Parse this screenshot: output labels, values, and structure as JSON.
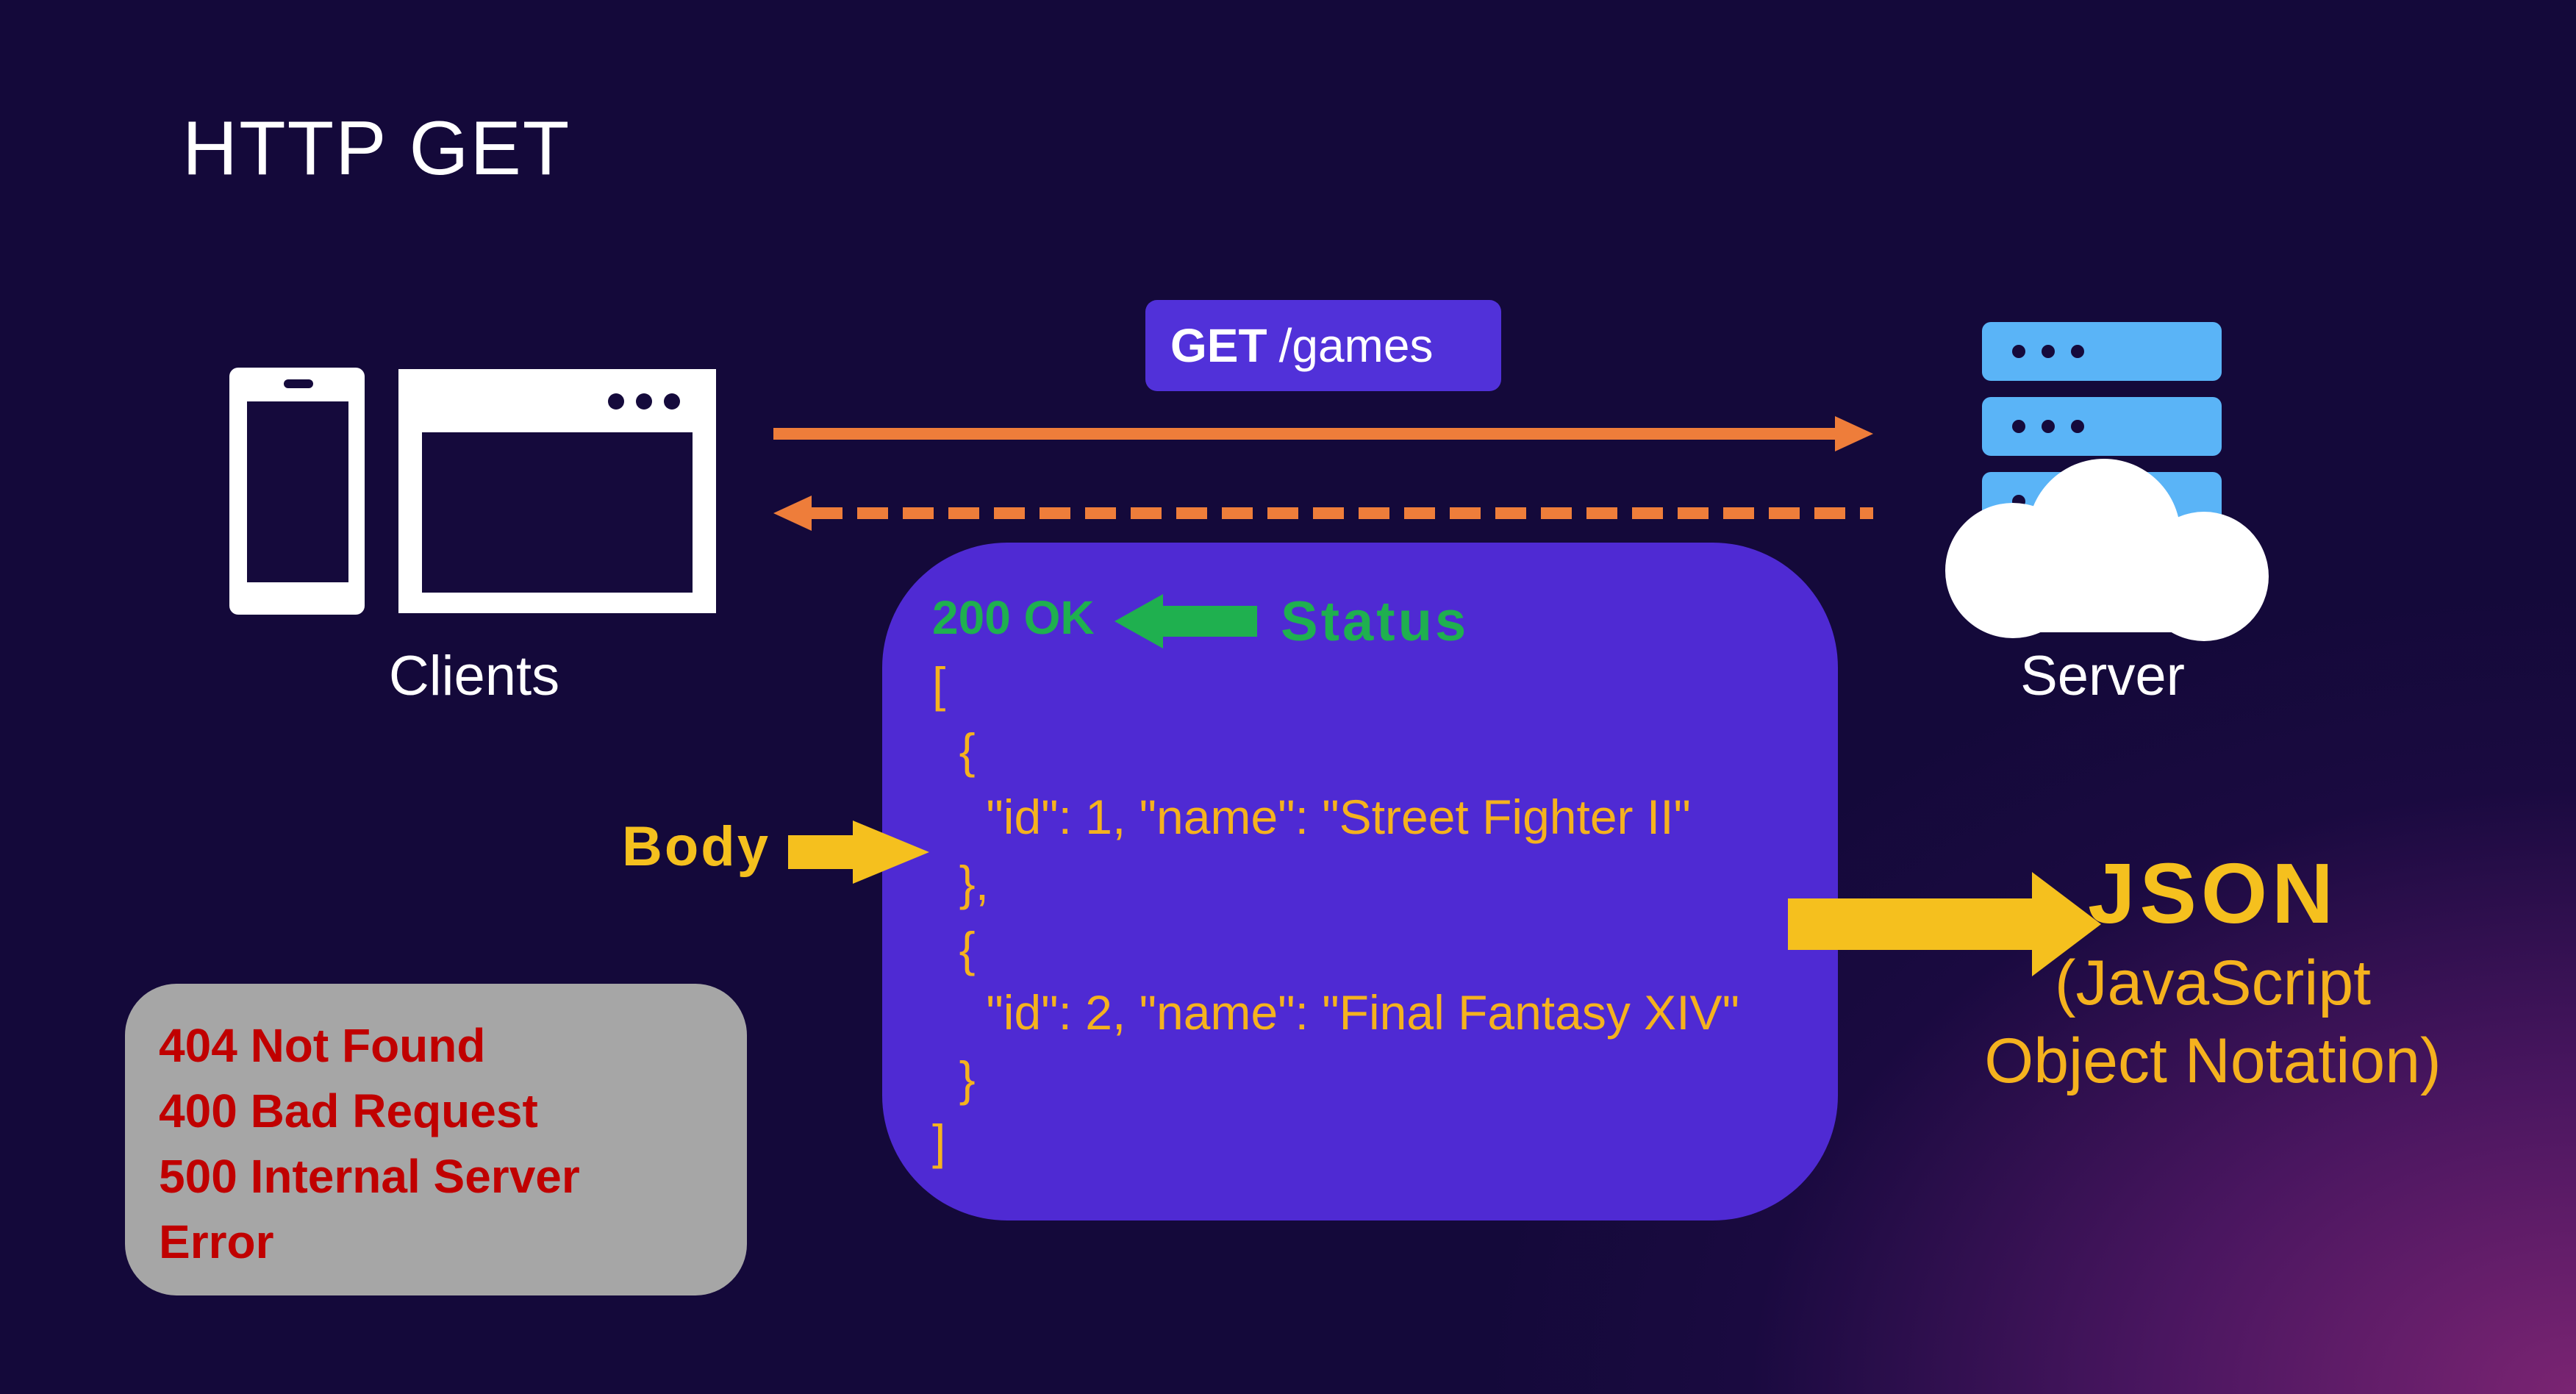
{
  "title": "HTTP GET",
  "request": {
    "method": "GET",
    "path": "/games"
  },
  "clients_label": "Clients",
  "server_label": "Server",
  "status": {
    "code_text": "200 OK",
    "label": "Status"
  },
  "body_label": "Body",
  "body_lines": [
    "[",
    "  {",
    "    \"id\": 1, \"name\": \"Street Fighter II\"",
    "  },",
    "  {",
    "    \"id\": 2, \"name\": \"Final Fantasy XIV\"",
    "  }",
    "]"
  ],
  "json": {
    "title": "JSON",
    "expansion_line1": "(JavaScript",
    "expansion_line2": "Object Notation)"
  },
  "errors": [
    "404 Not Found",
    "400 Bad Request",
    "500 Internal Server",
    "Error"
  ],
  "colors": {
    "request_arrow": "#ee7d3a",
    "status_green": "#1fb04f",
    "body_yellow": "#f5b21e",
    "response_box": "#4f2ad3",
    "server_blue": "#5ab4f7",
    "error_red": "#c00000"
  },
  "icons": [
    "phone-icon",
    "browser-window-icon",
    "server-rack-icon",
    "cloud-icon"
  ]
}
